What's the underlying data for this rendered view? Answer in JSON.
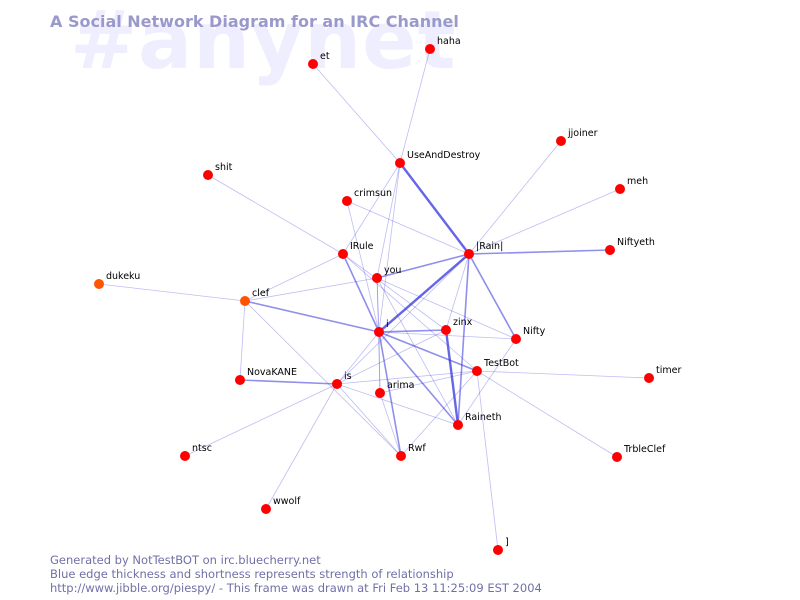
{
  "watermark": "#anynet",
  "title": "A Social Network Diagram for an IRC Channel",
  "footer": {
    "line1": "Generated by NotTestBOT on irc.bluecherry.net",
    "line2": "Blue edge thickness and shortness represents strength of relationship",
    "line3": "http://www.jibble.org/piespy/ - This frame was drawn at Fri Feb 13 11:25:09 EST 2004"
  },
  "colors": {
    "node": "#ff0000",
    "node_highlight": "#ff5500",
    "edge": "#3333dd",
    "label": "#000000"
  },
  "nodes": [
    {
      "id": "haha",
      "label": "haha"
    },
    {
      "id": "et",
      "label": "et"
    },
    {
      "id": "UseAndDestroy",
      "label": "UseAndDestroy"
    },
    {
      "id": "jjoiner",
      "label": "jjoiner"
    },
    {
      "id": "shit",
      "label": "shit"
    },
    {
      "id": "crimsun",
      "label": "crimsun"
    },
    {
      "id": "meh",
      "label": "meh"
    },
    {
      "id": "IRule",
      "label": "IRule"
    },
    {
      "id": "Rain",
      "label": "|Rain|"
    },
    {
      "id": "Niftyeth",
      "label": "Niftyeth"
    },
    {
      "id": "you",
      "label": "you"
    },
    {
      "id": "dukeku",
      "label": "dukeku",
      "highlight": true
    },
    {
      "id": "clef",
      "label": "clef",
      "highlight": true
    },
    {
      "id": "zinx",
      "label": "zinx"
    },
    {
      "id": "i",
      "label": "i"
    },
    {
      "id": "Nifty",
      "label": "Nifty"
    },
    {
      "id": "TestBot",
      "label": "TestBot"
    },
    {
      "id": "NovaKANE",
      "label": "NovaKANE"
    },
    {
      "id": "is",
      "label": "is"
    },
    {
      "id": "timer",
      "label": "timer"
    },
    {
      "id": "arima",
      "label": "arima"
    },
    {
      "id": "Raineth",
      "label": "Raineth"
    },
    {
      "id": "ntsc",
      "label": "ntsc"
    },
    {
      "id": "Rwf",
      "label": "Rwf"
    },
    {
      "id": "TrbleClef",
      "label": "TrbleClef"
    },
    {
      "id": "wwolf",
      "label": "wwolf"
    },
    {
      "id": "bracket",
      "label": "]"
    }
  ],
  "edges": [
    {
      "source": "haha",
      "target": "UseAndDestroy",
      "strength": 1
    },
    {
      "source": "et",
      "target": "UseAndDestroy",
      "strength": 1
    },
    {
      "source": "UseAndDestroy",
      "target": "Rain",
      "strength": 3
    },
    {
      "source": "UseAndDestroy",
      "target": "IRule",
      "strength": 1
    },
    {
      "source": "UseAndDestroy",
      "target": "you",
      "strength": 1
    },
    {
      "source": "UseAndDestroy",
      "target": "i",
      "strength": 1
    },
    {
      "source": "jjoiner",
      "target": "Rain",
      "strength": 1
    },
    {
      "source": "meh",
      "target": "Rain",
      "strength": 1
    },
    {
      "source": "Niftyeth",
      "target": "Rain",
      "strength": 2
    },
    {
      "source": "shit",
      "target": "IRule",
      "strength": 1
    },
    {
      "source": "crimsun",
      "target": "i",
      "strength": 1
    },
    {
      "source": "crimsun",
      "target": "Rain",
      "strength": 1
    },
    {
      "source": "IRule",
      "target": "i",
      "strength": 2
    },
    {
      "source": "IRule",
      "target": "clef",
      "strength": 1
    },
    {
      "source": "IRule",
      "target": "zinx",
      "strength": 1
    },
    {
      "source": "IRule",
      "target": "TestBot",
      "strength": 1
    },
    {
      "source": "you",
      "target": "Rain",
      "strength": 2
    },
    {
      "source": "you",
      "target": "clef",
      "strength": 1
    },
    {
      "source": "you",
      "target": "i",
      "strength": 1
    },
    {
      "source": "you",
      "target": "Nifty",
      "strength": 1
    },
    {
      "source": "you",
      "target": "Raineth",
      "strength": 1
    },
    {
      "source": "you",
      "target": "arima",
      "strength": 1
    },
    {
      "source": "dukeku",
      "target": "clef",
      "strength": 1
    },
    {
      "source": "clef",
      "target": "NovaKANE",
      "strength": 1
    },
    {
      "source": "clef",
      "target": "i",
      "strength": 2
    },
    {
      "source": "clef",
      "target": "Rwf",
      "strength": 1
    },
    {
      "source": "Rain",
      "target": "i",
      "strength": 3
    },
    {
      "source": "Rain",
      "target": "zinx",
      "strength": 1
    },
    {
      "source": "Rain",
      "target": "Nifty",
      "strength": 2
    },
    {
      "source": "Rain",
      "target": "is",
      "strength": 1
    },
    {
      "source": "Rain",
      "target": "Raineth",
      "strength": 2
    },
    {
      "source": "zinx",
      "target": "i",
      "strength": 2
    },
    {
      "source": "zinx",
      "target": "Raineth",
      "strength": 3
    },
    {
      "source": "zinx",
      "target": "is",
      "strength": 1
    },
    {
      "source": "i",
      "target": "TestBot",
      "strength": 2
    },
    {
      "source": "i",
      "target": "Nifty",
      "strength": 1
    },
    {
      "source": "i",
      "target": "is",
      "strength": 1
    },
    {
      "source": "i",
      "target": "Rwf",
      "strength": 2
    },
    {
      "source": "i",
      "target": "arima",
      "strength": 1
    },
    {
      "source": "i",
      "target": "Raineth",
      "strength": 2
    },
    {
      "source": "TestBot",
      "target": "timer",
      "strength": 1
    },
    {
      "source": "TestBot",
      "target": "is",
      "strength": 1
    },
    {
      "source": "TestBot",
      "target": "arima",
      "strength": 1
    },
    {
      "source": "TestBot",
      "target": "Rwf",
      "strength": 1
    },
    {
      "source": "TestBot",
      "target": "bracket",
      "strength": 1
    },
    {
      "source": "TestBot",
      "target": "TrbleClef",
      "strength": 1
    },
    {
      "source": "Nifty",
      "target": "Raineth",
      "strength": 1
    },
    {
      "source": "NovaKANE",
      "target": "is",
      "strength": 2
    },
    {
      "source": "is",
      "target": "ntsc",
      "strength": 1
    },
    {
      "source": "is",
      "target": "wwolf",
      "strength": 1
    },
    {
      "source": "is",
      "target": "Rwf",
      "strength": 1
    },
    {
      "source": "is",
      "target": "Raineth",
      "strength": 1
    },
    {
      "source": "arima",
      "target": "Rwf",
      "strength": 1
    }
  ]
}
